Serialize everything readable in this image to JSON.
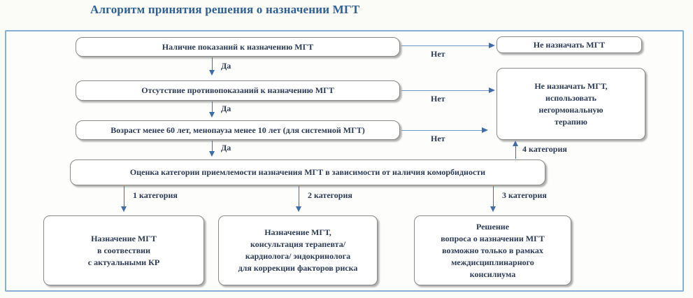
{
  "title": "Алгоритм принятия решения о назначении МГТ",
  "colors": {
    "title_text": "#2e6093",
    "frame_border": "#85b0d4",
    "arrow_accent": "#3f6da8",
    "box_border": "#8a8a8a",
    "box_text": "#2b3a55",
    "box_background": "#ffffff"
  },
  "flow": {
    "step1": {
      "label": "Наличие показаний к назначению МГТ"
    },
    "step2": {
      "label": "Отсутствие противопоказаний к назначению МГТ"
    },
    "step3": {
      "label": "Возраст менее 60 лет, менопауза менее 10 лет (для системной МГТ)"
    },
    "step4": {
      "label": "Оценка категории приемлемости назначения МГТ в зависимости от наличия коморбидности"
    },
    "reject_simple": {
      "label": "Не назначать МГТ"
    },
    "reject_nonhormonal": {
      "lines": [
        "Не назначать МГТ,",
        "использовать",
        "негормональную",
        "терапию"
      ]
    },
    "outcome_cat1": {
      "lines": [
        "Назначение МГТ",
        "в соотвествии",
        "с актуальными КР"
      ]
    },
    "outcome_cat2": {
      "lines": [
        "Назначение МГТ,",
        "консультация терапевта/",
        "кардиолога/ эндокринолога",
        "для коррекции факторов риска"
      ]
    },
    "outcome_cat3": {
      "lines": [
        "Решение",
        "вопроса о назначении МГТ",
        "возможно только в рамках",
        "междисциплинарного",
        "консилиума"
      ]
    },
    "labels": {
      "yes1": "Да",
      "yes2": "Да",
      "yes3": "Да",
      "no1": "Нет",
      "no2": "Нет",
      "no3": "Нет",
      "cat1": "1 категория",
      "cat2": "2 категория",
      "cat3": "3 категория",
      "cat4": "4 категория"
    }
  }
}
